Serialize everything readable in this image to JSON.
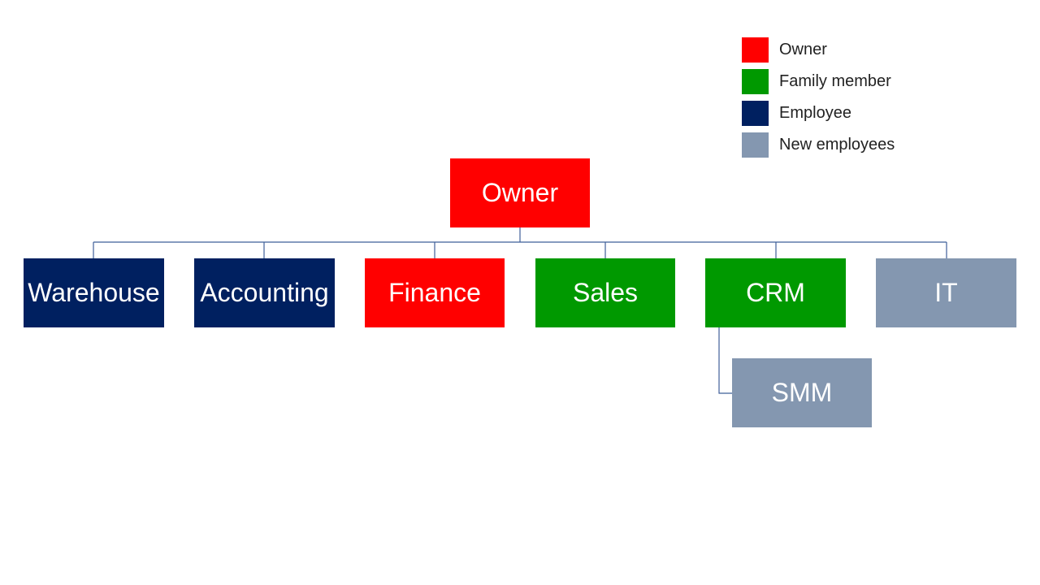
{
  "colors": {
    "owner": "#ff0000",
    "family": "#009900",
    "employee": "#002060",
    "new_employee": "#8497b0",
    "connector": "#3f5f99"
  },
  "legend": [
    {
      "label": "Owner",
      "color": "#ff0000"
    },
    {
      "label": "Family member",
      "color": "#009900"
    },
    {
      "label": "Employee",
      "color": "#002060"
    },
    {
      "label": "New employees",
      "color": "#8497b0"
    }
  ],
  "org": {
    "root": {
      "label": "Owner",
      "color": "#ff0000"
    },
    "departments": [
      {
        "label": "Warehouse",
        "color": "#002060"
      },
      {
        "label": "Accounting",
        "color": "#002060"
      },
      {
        "label": "Finance",
        "color": "#ff0000"
      },
      {
        "label": "Sales",
        "color": "#009900"
      },
      {
        "label": "CRM",
        "color": "#009900"
      },
      {
        "label": "IT",
        "color": "#8497b0"
      }
    ],
    "sub": {
      "label": "SMM",
      "color": "#8497b0",
      "parent": "CRM"
    }
  }
}
